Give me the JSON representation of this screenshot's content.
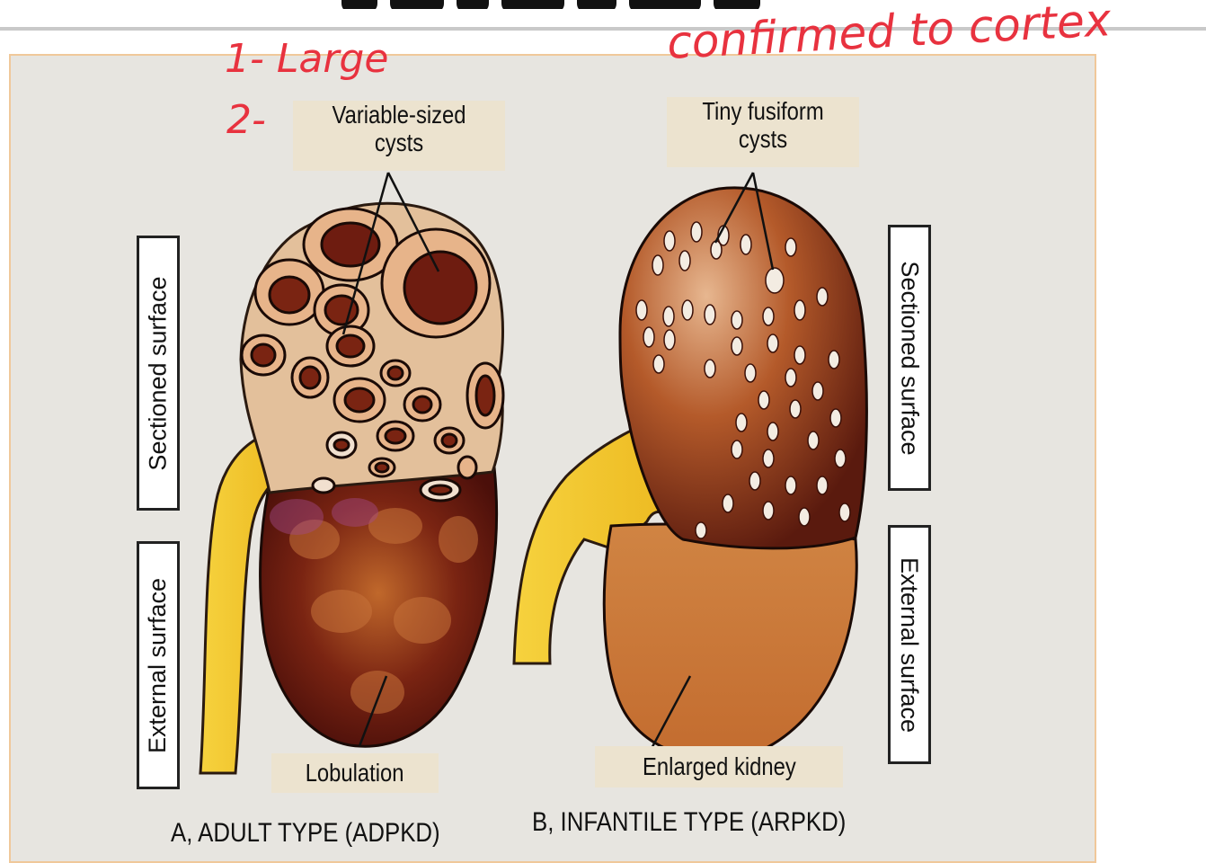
{
  "header": {
    "top_text": ""
  },
  "annotations": {
    "handwritten_1": "1- Large",
    "handwritten_2": "2-",
    "handwritten_top": "confirmed to cortex"
  },
  "labels": {
    "variable_sized_line1": "Variable-sized",
    "variable_sized_line2": "cysts",
    "tiny_fusiform_line1": "Tiny fusiform",
    "tiny_fusiform_line2": "cysts",
    "lobulation": "Lobulation",
    "enlarged_kidney": "Enlarged kidney",
    "left_sectioned": "Sectioned surface",
    "left_external": "External surface",
    "right_sectioned": "Sectioned surface",
    "right_external": "External surface"
  },
  "captions": {
    "adult": "A, ADULT TYPE (ADPKD)",
    "infantile": "B, INFANTILE TYPE (ARPKD)"
  },
  "colors": {
    "annotation_red": "#e8323f",
    "ureter_yellow": "#f2c21c",
    "cyst_wall": "#e3b891",
    "cortex_dark": "#6b1f12"
  }
}
